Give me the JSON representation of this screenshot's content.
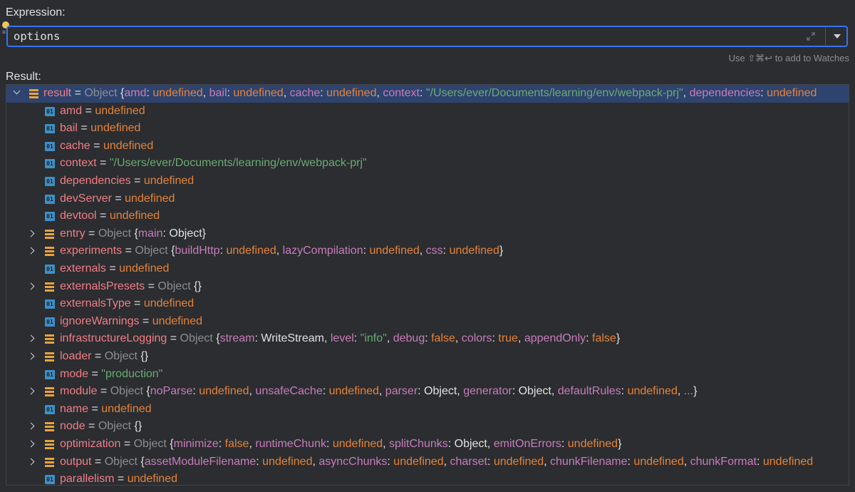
{
  "expression_label": "Expression:",
  "expression_value": "options",
  "hint": "Use ⇧⌘↩ to add to Watches",
  "result_label": "Result:",
  "colors": {
    "accent": "#3574f0",
    "name": "#f17e86",
    "undefined": "#e5833a",
    "string": "#6aab73",
    "key": "#c77dbb",
    "selected": "#2e436e"
  },
  "rows": [
    {
      "name": "result",
      "kind": "object",
      "expand": "down",
      "selected": true,
      "summary": [
        [
          "gray",
          "Object "
        ],
        [
          "plain",
          "{"
        ],
        [
          "key",
          "amd"
        ],
        [
          "plain",
          ": "
        ],
        [
          "val-und",
          "undefined"
        ],
        [
          "plain",
          ", "
        ],
        [
          "key",
          "bail"
        ],
        [
          "plain",
          ": "
        ],
        [
          "val-und",
          "undefined"
        ],
        [
          "plain",
          ", "
        ],
        [
          "key",
          "cache"
        ],
        [
          "plain",
          ": "
        ],
        [
          "val-und",
          "undefined"
        ],
        [
          "plain",
          ", "
        ],
        [
          "key",
          "context"
        ],
        [
          "plain",
          ": "
        ],
        [
          "val-str",
          "\"/Users/ever/Documents/learning/env/webpack-prj\""
        ],
        [
          "plain",
          ", "
        ],
        [
          "key",
          "dependencies"
        ],
        [
          "plain",
          ": "
        ],
        [
          "val-und",
          "undefined"
        ]
      ]
    },
    {
      "name": "amd",
      "kind": "prim",
      "summary": [
        [
          "val-und",
          "undefined"
        ]
      ]
    },
    {
      "name": "bail",
      "kind": "prim",
      "summary": [
        [
          "val-und",
          "undefined"
        ]
      ]
    },
    {
      "name": "cache",
      "kind": "prim",
      "summary": [
        [
          "val-und",
          "undefined"
        ]
      ]
    },
    {
      "name": "context",
      "kind": "prim",
      "summary": [
        [
          "val-str",
          "\"/Users/ever/Documents/learning/env/webpack-prj\""
        ]
      ]
    },
    {
      "name": "dependencies",
      "kind": "prim",
      "summary": [
        [
          "val-und",
          "undefined"
        ]
      ]
    },
    {
      "name": "devServer",
      "kind": "prim",
      "summary": [
        [
          "val-und",
          "undefined"
        ]
      ]
    },
    {
      "name": "devtool",
      "kind": "prim",
      "summary": [
        [
          "val-und",
          "undefined"
        ]
      ]
    },
    {
      "name": "entry",
      "kind": "object",
      "expand": "right",
      "summary": [
        [
          "gray",
          "Object "
        ],
        [
          "plain",
          "{"
        ],
        [
          "key",
          "main"
        ],
        [
          "plain",
          ": Object}"
        ]
      ]
    },
    {
      "name": "experiments",
      "kind": "object",
      "expand": "right",
      "summary": [
        [
          "gray",
          "Object "
        ],
        [
          "plain",
          "{"
        ],
        [
          "key",
          "buildHttp"
        ],
        [
          "plain",
          ": "
        ],
        [
          "val-und",
          "undefined"
        ],
        [
          "plain",
          ", "
        ],
        [
          "key",
          "lazyCompilation"
        ],
        [
          "plain",
          ": "
        ],
        [
          "val-und",
          "undefined"
        ],
        [
          "plain",
          ", "
        ],
        [
          "key",
          "css"
        ],
        [
          "plain",
          ": "
        ],
        [
          "val-und",
          "undefined"
        ],
        [
          "plain",
          "}"
        ]
      ]
    },
    {
      "name": "externals",
      "kind": "prim",
      "summary": [
        [
          "val-und",
          "undefined"
        ]
      ]
    },
    {
      "name": "externalsPresets",
      "kind": "object",
      "expand": "right",
      "summary": [
        [
          "gray",
          "Object "
        ],
        [
          "plain",
          "{}"
        ]
      ]
    },
    {
      "name": "externalsType",
      "kind": "prim",
      "summary": [
        [
          "val-und",
          "undefined"
        ]
      ]
    },
    {
      "name": "ignoreWarnings",
      "kind": "prim",
      "summary": [
        [
          "val-und",
          "undefined"
        ]
      ]
    },
    {
      "name": "infrastructureLogging",
      "kind": "object",
      "expand": "right",
      "summary": [
        [
          "gray",
          "Object "
        ],
        [
          "plain",
          "{"
        ],
        [
          "key",
          "stream"
        ],
        [
          "plain",
          ": WriteStream, "
        ],
        [
          "key",
          "level"
        ],
        [
          "plain",
          ": "
        ],
        [
          "val-str",
          "\"info\""
        ],
        [
          "plain",
          ", "
        ],
        [
          "key",
          "debug"
        ],
        [
          "plain",
          ": "
        ],
        [
          "val-bool",
          "false"
        ],
        [
          "plain",
          ", "
        ],
        [
          "key",
          "colors"
        ],
        [
          "plain",
          ": "
        ],
        [
          "val-bool",
          "true"
        ],
        [
          "plain",
          ", "
        ],
        [
          "key",
          "appendOnly"
        ],
        [
          "plain",
          ": "
        ],
        [
          "val-bool",
          "false"
        ],
        [
          "plain",
          "}"
        ]
      ]
    },
    {
      "name": "loader",
      "kind": "object",
      "expand": "right",
      "summary": [
        [
          "gray",
          "Object "
        ],
        [
          "plain",
          "{}"
        ]
      ]
    },
    {
      "name": "mode",
      "kind": "prim",
      "summary": [
        [
          "val-str",
          "\"production\""
        ]
      ]
    },
    {
      "name": "module",
      "kind": "object",
      "expand": "right",
      "summary": [
        [
          "gray",
          "Object "
        ],
        [
          "plain",
          "{"
        ],
        [
          "key",
          "noParse"
        ],
        [
          "plain",
          ": "
        ],
        [
          "val-und",
          "undefined"
        ],
        [
          "plain",
          ", "
        ],
        [
          "key",
          "unsafeCache"
        ],
        [
          "plain",
          ": "
        ],
        [
          "val-und",
          "undefined"
        ],
        [
          "plain",
          ", "
        ],
        [
          "key",
          "parser"
        ],
        [
          "plain",
          ": Object, "
        ],
        [
          "key",
          "generator"
        ],
        [
          "plain",
          ": Object, "
        ],
        [
          "key",
          "defaultRules"
        ],
        [
          "plain",
          ": "
        ],
        [
          "val-und",
          "undefined"
        ],
        [
          "plain",
          ", "
        ],
        [
          "key",
          "..."
        ],
        [
          "plain",
          "}"
        ]
      ]
    },
    {
      "name": "name",
      "kind": "prim",
      "summary": [
        [
          "val-und",
          "undefined"
        ]
      ]
    },
    {
      "name": "node",
      "kind": "object",
      "expand": "right",
      "summary": [
        [
          "gray",
          "Object "
        ],
        [
          "plain",
          "{}"
        ]
      ]
    },
    {
      "name": "optimization",
      "kind": "object",
      "expand": "right",
      "summary": [
        [
          "gray",
          "Object "
        ],
        [
          "plain",
          "{"
        ],
        [
          "key",
          "minimize"
        ],
        [
          "plain",
          ": "
        ],
        [
          "val-bool",
          "false"
        ],
        [
          "plain",
          ", "
        ],
        [
          "key",
          "runtimeChunk"
        ],
        [
          "plain",
          ": "
        ],
        [
          "val-und",
          "undefined"
        ],
        [
          "plain",
          ", "
        ],
        [
          "key",
          "splitChunks"
        ],
        [
          "plain",
          ": Object, "
        ],
        [
          "key",
          "emitOnErrors"
        ],
        [
          "plain",
          ": "
        ],
        [
          "val-und",
          "undefined"
        ],
        [
          "plain",
          "}"
        ]
      ]
    },
    {
      "name": "output",
      "kind": "object",
      "expand": "right",
      "summary": [
        [
          "gray",
          "Object "
        ],
        [
          "plain",
          "{"
        ],
        [
          "key",
          "assetModuleFilename"
        ],
        [
          "plain",
          ": "
        ],
        [
          "val-und",
          "undefined"
        ],
        [
          "plain",
          ", "
        ],
        [
          "key",
          "asyncChunks"
        ],
        [
          "plain",
          ": "
        ],
        [
          "val-und",
          "undefined"
        ],
        [
          "plain",
          ", "
        ],
        [
          "key",
          "charset"
        ],
        [
          "plain",
          ": "
        ],
        [
          "val-und",
          "undefined"
        ],
        [
          "plain",
          ", "
        ],
        [
          "key",
          "chunkFilename"
        ],
        [
          "plain",
          ": "
        ],
        [
          "val-und",
          "undefined"
        ],
        [
          "plain",
          ", "
        ],
        [
          "key",
          "chunkFormat"
        ],
        [
          "plain",
          ": "
        ],
        [
          "val-und",
          "undefined"
        ]
      ]
    },
    {
      "name": "parallelism",
      "kind": "prim",
      "summary": [
        [
          "val-und",
          "undefined"
        ]
      ]
    }
  ]
}
